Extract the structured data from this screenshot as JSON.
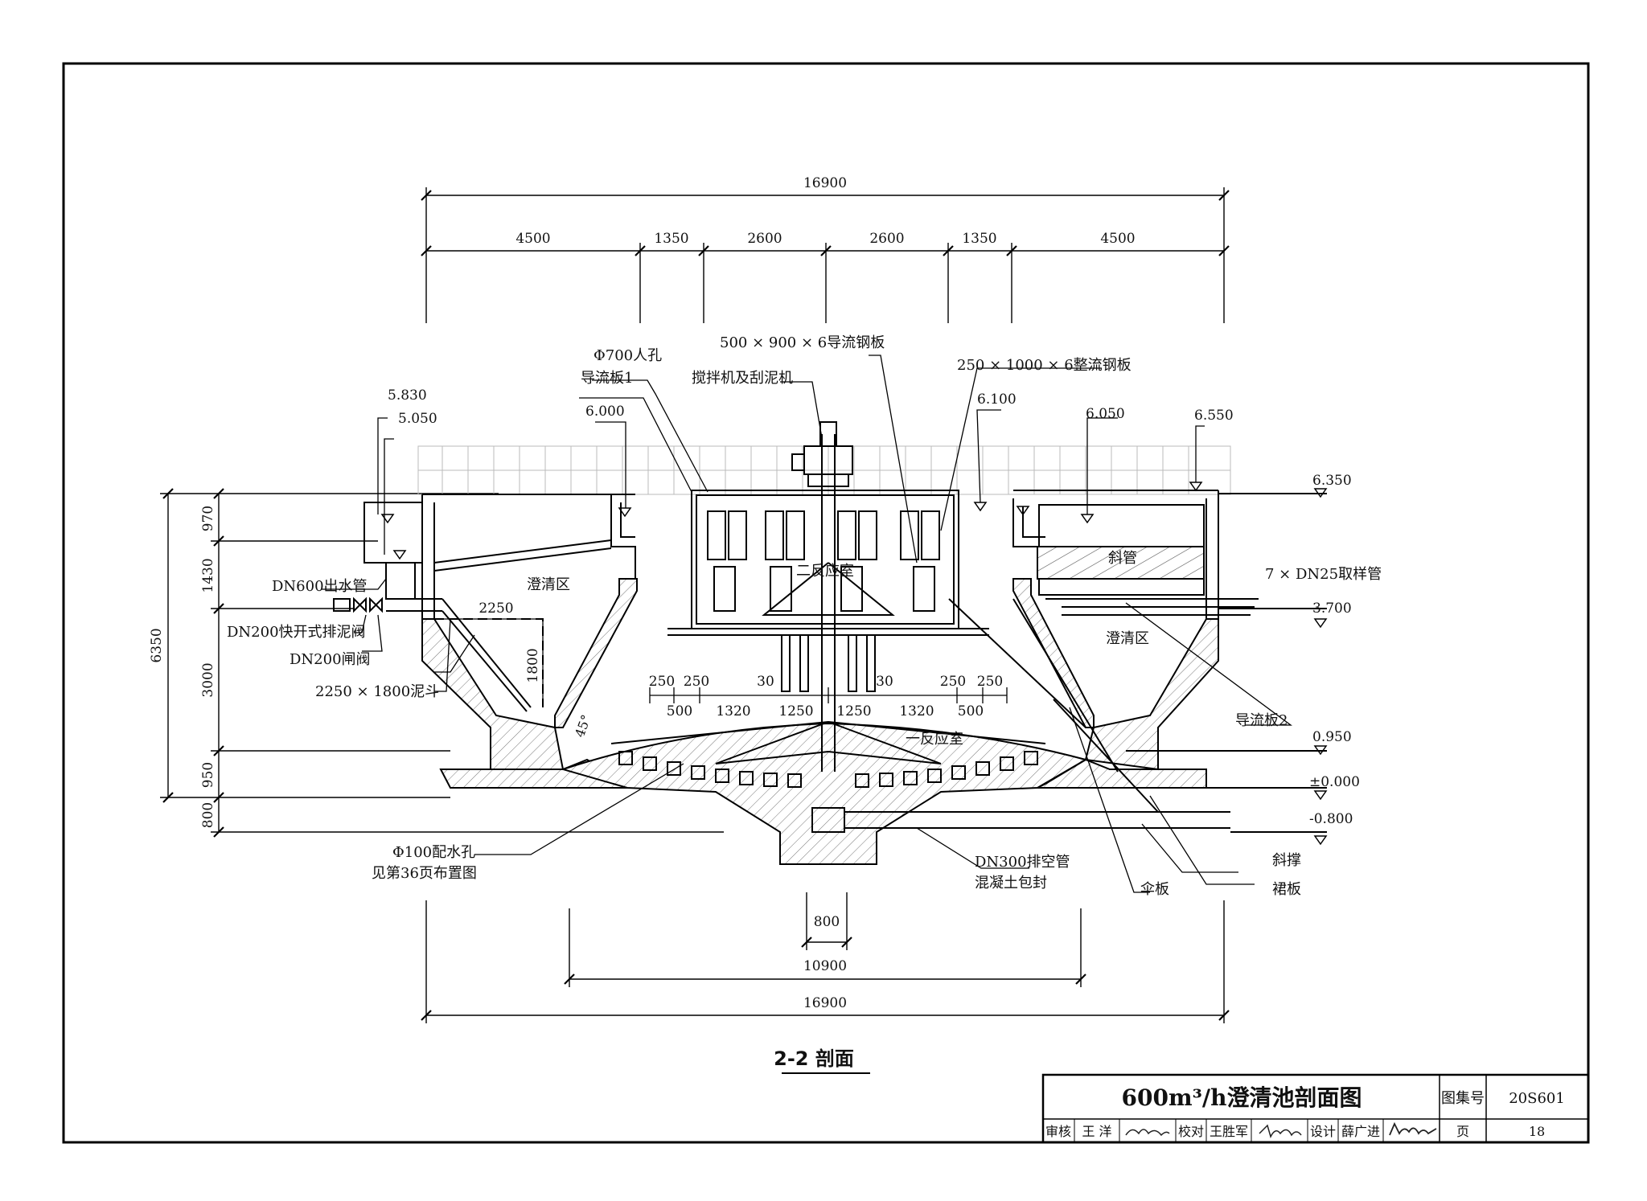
{
  "dimensions": {
    "top_total": "16900",
    "top_segments": [
      "4500",
      "1350",
      "2600",
      "2600",
      "1350",
      "4500"
    ],
    "left_total": "6350",
    "left_segments": [
      "970",
      "1430",
      "3000",
      "950",
      "800"
    ],
    "inner_left_a": "250",
    "inner_left_b": "250",
    "inner_left_c": "500",
    "inner_left_d": "1320",
    "inner_left_e": "30",
    "inner_center_l": "1250",
    "inner_center_r": "1250",
    "inner_right_e": "30",
    "inner_right_d": "1320",
    "inner_right_a": "250",
    "inner_right_b": "250",
    "inner_right_c": "500",
    "sludge_w": "2250",
    "sludge_h": "1800",
    "angle": "45°",
    "bottom_800": "800",
    "bottom_10900": "10900",
    "bottom_16900": "16900"
  },
  "elevations": {
    "e5830": "5.830",
    "e5050": "5.050",
    "e6000": "6.000",
    "e6100": "6.100",
    "e6050": "6.050",
    "e6550": "6.550",
    "e6350": "6.350",
    "e3700": "3.700",
    "e0950": "0.950",
    "e0000": "±0.000",
    "e0800": "-0.800"
  },
  "labels": {
    "manhole": "Φ700人孔",
    "baffle1": "导流板1",
    "mixer": "搅拌机及刮泥机",
    "guide_plate": "500 × 900 × 6导流钢板",
    "rect_plate": "250 × 1000 × 6整流钢板",
    "outlet_pipe": "DN600出水管",
    "quick_valve": "DN200快开式排泥阀",
    "gate_valve": "DN200闸阀",
    "sludge_hopper": "2250 × 1800泥斗",
    "clarify_left": "澄清区",
    "clarify_right": "澄清区",
    "second_reaction": "二反应室",
    "first_reaction": "一反应室",
    "inclined_tube": "斜管",
    "sampling_pipe": "7 × DN25取样管",
    "baffle2": "导流板2",
    "hole_1": "Φ100配水孔",
    "hole_2": "见第36页布置图",
    "drain_1": "DN300排空管",
    "drain_2": "混凝土包封",
    "umbrella": "伞板",
    "brace": "斜撑",
    "skirt": "裙板"
  },
  "section_title": "2-2 剖面",
  "title_block": {
    "drawing_title": "600m³/h澄清池剖面图",
    "atlas_label": "图集号",
    "atlas_no": "20S601",
    "review_label": "审核",
    "review_name": "王 洋",
    "check_label": "校对",
    "check_name": "王胜军",
    "design_label": "设计",
    "design_name": "薛广进",
    "page_label": "页",
    "page_no": "18"
  }
}
